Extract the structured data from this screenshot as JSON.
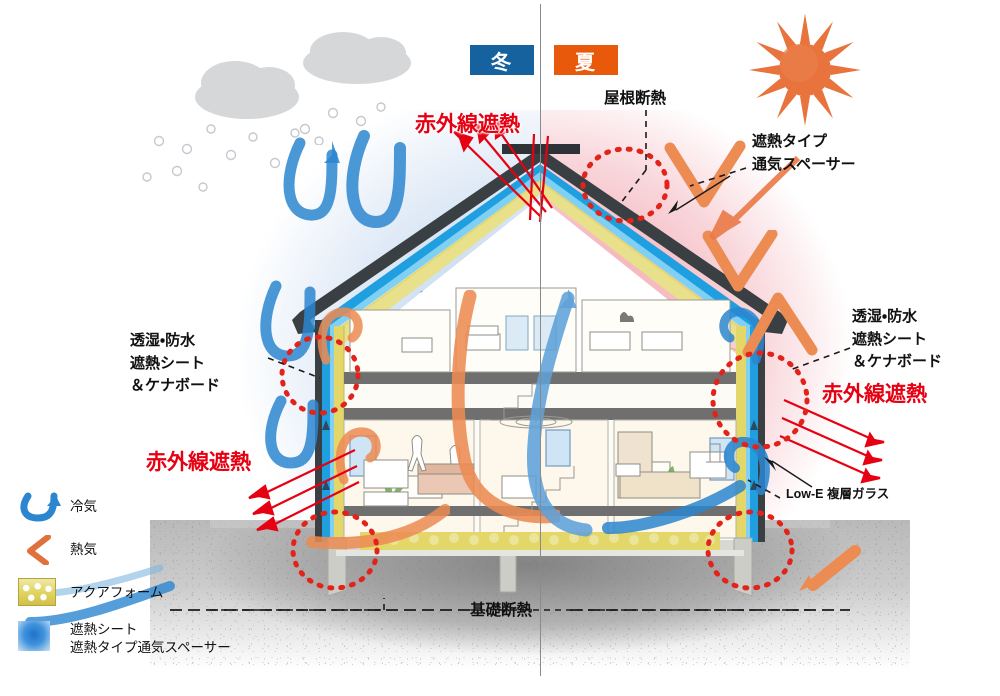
{
  "diagram": {
    "title_badges": {
      "winter": {
        "label": "冬",
        "color": "#15629f"
      },
      "summer": {
        "label": "夏",
        "color": "#e9590c"
      }
    },
    "callouts": {
      "roof_insulation": "屋根断熱",
      "foundation_insulation": "基礎断熱",
      "low_e_glass": "Low-E 複層ガラス",
      "shading_spacer": "遮熱タイプ\n通気スペーサー",
      "sheet_right": "透湿・防水\n遮熱シート\n＆ケナボード",
      "sheet_left": "透湿・防水\n遮熱シート\n＆ケナボード",
      "infrared_top": "赤外線遮熱",
      "infrared_left": "赤外線遮熱",
      "infrared_right": "赤外線遮熱"
    },
    "legend": {
      "items": [
        {
          "icon": "cold-air-arrow-icon",
          "label": "冷気",
          "color": "#2b86cf"
        },
        {
          "icon": "hot-air-arrow-icon",
          "label": "熱気",
          "color": "#e0703c"
        },
        {
          "icon": "aqua-foam-swatch-icon",
          "label": "アクアフォーム",
          "color": "#e2d561"
        },
        {
          "icon": "heat-shield-sheet-swatch-icon",
          "label": "遮熱シート\n遮熱タイプ通気スペーサー",
          "color": "#1f73c8"
        }
      ]
    },
    "colors": {
      "winter_sky": "#b9d4ee",
      "summer_sky": "#f3a3ae",
      "infrared_red": "#e60012",
      "cold_blue": "#2b86cf",
      "hot_orange": "#e0703c",
      "foam_yellow": "#e2d561",
      "sheet_blue": "#1f9fe0",
      "ground_gray": "#b9b9b9",
      "sun_orange": "#e8733c",
      "cloud_gray": "#d5d7d9"
    }
  }
}
